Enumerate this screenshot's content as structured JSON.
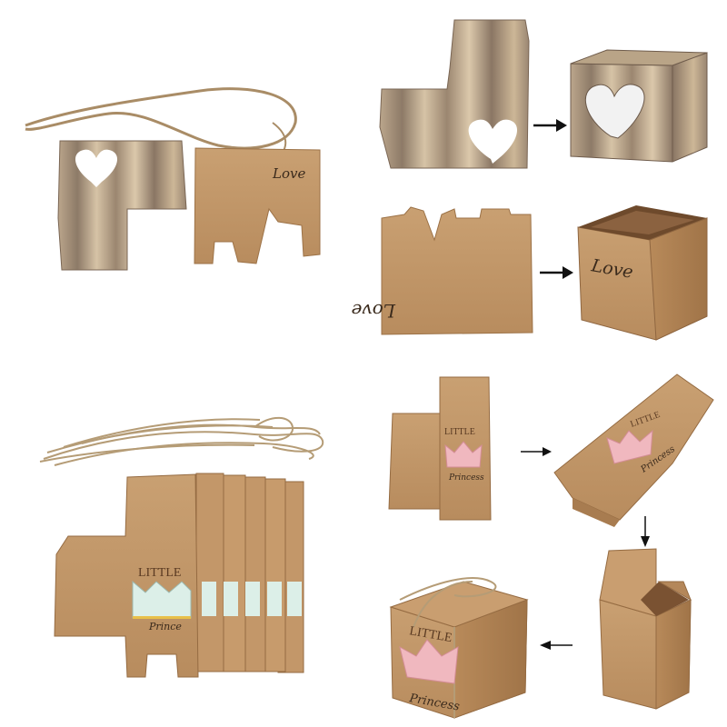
{
  "labels": {
    "love_flat": "Love",
    "love_flat_upside": "Love",
    "love_box": "Love",
    "little_flat": "LITTLE",
    "princess_flat": "Princess",
    "little_fold": "LITTLE",
    "princess_fold": "Princess",
    "little_final": "LITTLE",
    "princess_final": "Princess",
    "little_prince": "LITTLE",
    "prince_text": "Prince"
  },
  "colors": {
    "background": "#ffffff",
    "kraft": "#c49a6c",
    "kraft_dark": "#a87c50",
    "wood_light": "#d4bfa2",
    "wood_dark": "#8a7562",
    "pink_crown": "#f0b8bf",
    "mint_crown": "#dcefe8",
    "twine": "#b59c76",
    "arrow": "#111111"
  },
  "icons": [
    "arrow-right-icon",
    "arrow-down-icon",
    "arrow-left-icon",
    "heart-cutout-icon",
    "crown-icon"
  ]
}
